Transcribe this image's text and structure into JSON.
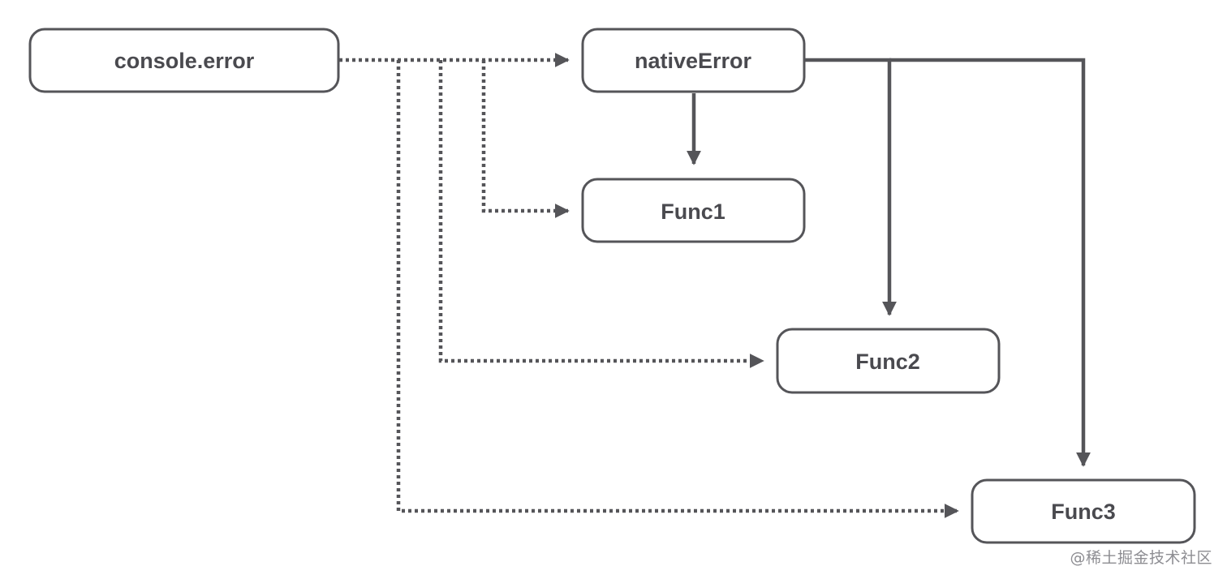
{
  "nodes": {
    "console_error": {
      "label": "console.error"
    },
    "native_error": {
      "label": "nativeError"
    },
    "func1": {
      "label": "Func1"
    },
    "func2": {
      "label": "Func2"
    },
    "func3": {
      "label": "Func3"
    }
  },
  "edges": [
    {
      "from": "console.error",
      "to": "nativeError",
      "style": "dotted"
    },
    {
      "from": "console.error",
      "to": "Func1",
      "style": "dotted"
    },
    {
      "from": "console.error",
      "to": "Func2",
      "style": "dotted"
    },
    {
      "from": "console.error",
      "to": "Func3",
      "style": "dotted"
    },
    {
      "from": "nativeError",
      "to": "Func1",
      "style": "solid"
    },
    {
      "from": "nativeError",
      "to": "Func2",
      "style": "solid"
    },
    {
      "from": "nativeError",
      "to": "Func3",
      "style": "solid"
    }
  ],
  "colors": {
    "stroke": "#555559",
    "text": "#4a4a4f",
    "watermark": "#8d8d92"
  },
  "watermark": "@稀土掘金技术社区"
}
